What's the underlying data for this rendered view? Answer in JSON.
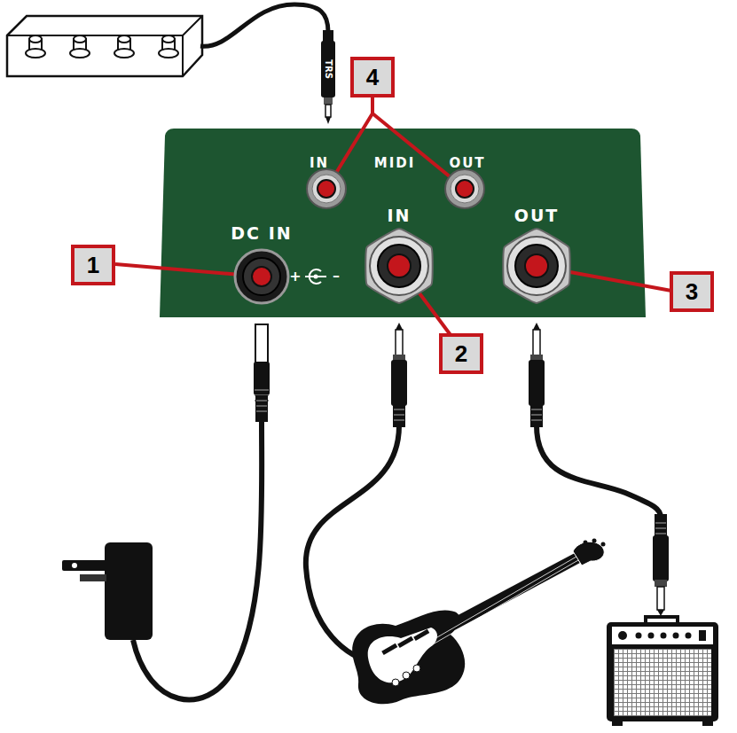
{
  "diagram": {
    "nodes": [
      {
        "text": [
          "4"
        ]
      },
      {
        "text": [
          "IN",
          "MIDI",
          "OUT",
          "DC IN",
          "IN",
          "OUT"
        ]
      },
      {
        "text": [
          "1"
        ]
      },
      {
        "text": [
          "2"
        ]
      },
      {
        "text": [
          "3"
        ]
      }
    ],
    "labels": [
      "TRS",
      "+",
      "–"
    ]
  }
}
